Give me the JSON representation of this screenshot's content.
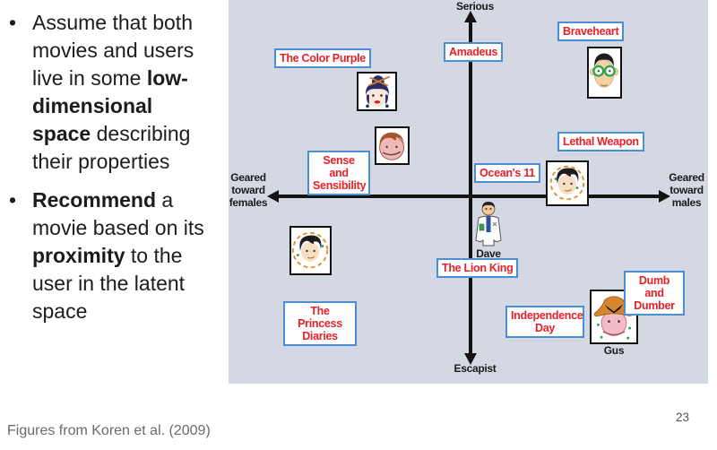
{
  "slide": {
    "bullets": [
      {
        "segments": [
          {
            "t": "Assume that both movies and users live in some ",
            "b": false
          },
          {
            "t": "low-dimensional space",
            "b": true
          },
          {
            "t": " describing their properties",
            "b": false
          }
        ]
      },
      {
        "segments": [
          {
            "t": "Recommend",
            "b": true
          },
          {
            "t": " a movie based on its ",
            "b": false
          },
          {
            "t": "proximity",
            "b": true
          },
          {
            "t": " to the user in the latent space",
            "b": false
          }
        ]
      }
    ],
    "citation": "Figures from Koren et al. (2009)",
    "page_number": "23"
  },
  "diagram": {
    "axis": {
      "top": "Serious",
      "bottom": "Escapist",
      "left": "Geared toward females",
      "right": "Geared toward males"
    },
    "movies": {
      "color_purple": "The Color Purple",
      "amadeus": "Amadeus",
      "braveheart": "Braveheart",
      "sense_sensibility": "Sense and Sensibility",
      "oceans_11": "Ocean's 11",
      "lethal_weapon": "Lethal Weapon",
      "lion_king": "The Lion King",
      "princess_diaries": "The Princess Diaries",
      "independence_day": "Independence Day",
      "dumb_dumber": "Dumb and Dumber"
    },
    "people": {
      "dave": "Dave",
      "gus": "Gus"
    },
    "colors": {
      "panel_bg": "#d3d8e2",
      "movie_label_text": "#e8202a",
      "movie_label_border": "#4a8fd3",
      "axis": "#131313"
    }
  }
}
